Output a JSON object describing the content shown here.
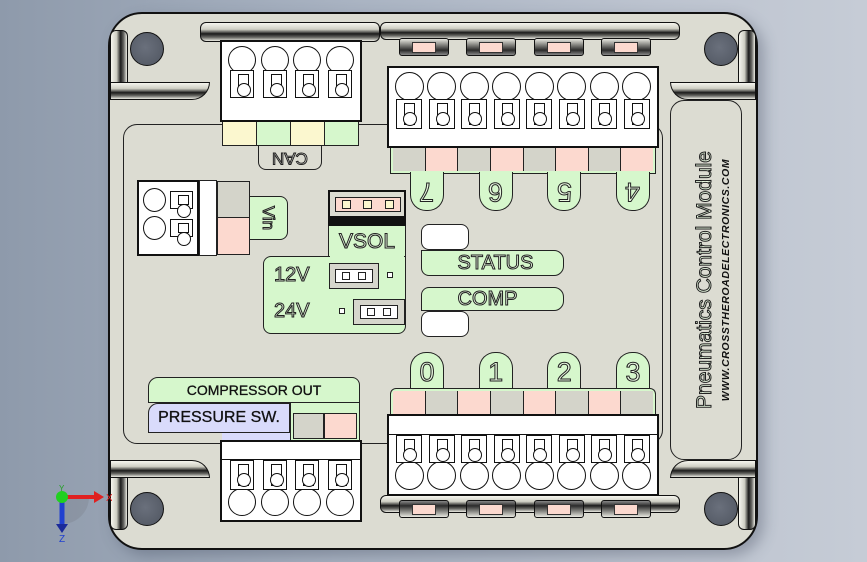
{
  "title": "Pneumatics Control Module",
  "website": "WWW.CROSSTHEROADELECTRONICS.COM",
  "connectors": {
    "can": {
      "label": "CAN",
      "pins": 4,
      "pad_colors": [
        "#fbf7cf",
        "#d6f7cc",
        "#fbf7cf",
        "#d6f7cc"
      ]
    },
    "vin": {
      "label": "Vin",
      "pins": 2
    },
    "solenoid_top": {
      "channels": [
        "7",
        "6",
        "5",
        "4"
      ],
      "pins": 8
    },
    "solenoid_bottom": {
      "channels": [
        "0",
        "1",
        "2",
        "3"
      ],
      "pins": 8
    },
    "compressor": {
      "labels": [
        "COMPRESSOR OUT",
        "PRESSURE SW."
      ],
      "pins": 4
    }
  },
  "jumper": {
    "label": "VSOL",
    "options": [
      "12V",
      "24V"
    ],
    "header_pins": 3
  },
  "indicators": {
    "status": "STATUS",
    "comp": "COMP"
  },
  "axis_triad": {
    "x": "X",
    "y": "Y",
    "z": "Z"
  },
  "colors": {
    "board": "#dcdcd2",
    "label_green": "#d6f7cc",
    "pad_pink": "#fcd9cf",
    "pad_yellow": "#fbf7cf",
    "label_lavender": "#d9dbfb",
    "background": "#a9b3c2"
  }
}
